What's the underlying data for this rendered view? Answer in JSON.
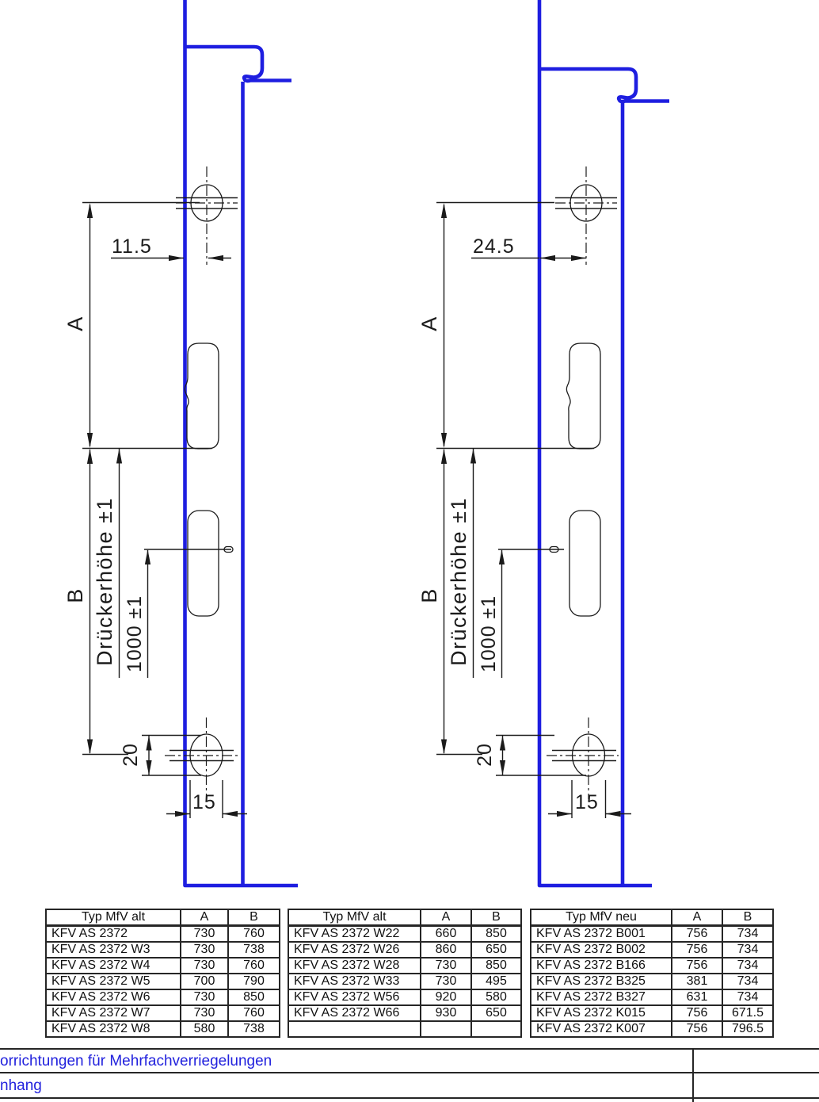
{
  "drawings": [
    {
      "side": "left",
      "backset": "11.5",
      "dim_a_label": "A",
      "dim_b_label": "B",
      "handle_height_label": "Drückerhöhe ±1",
      "handle_height_dim": "1000 ±1",
      "hole_height": "20",
      "hole_width": "15"
    },
    {
      "side": "right",
      "backset": "24.5",
      "dim_a_label": "A",
      "dim_b_label": "B",
      "handle_height_label": "Drückerhöhe ±1",
      "handle_height_dim": "1000 ±1",
      "hole_height": "20",
      "hole_width": "15"
    }
  ],
  "tables": [
    {
      "headers": [
        "Typ MfV alt",
        "A",
        "B"
      ],
      "rows": [
        [
          "KFV AS 2372",
          "730",
          "760"
        ],
        [
          "KFV AS 2372 W3",
          "730",
          "738"
        ],
        [
          "KFV AS 2372 W4",
          "730",
          "760"
        ],
        [
          "KFV AS 2372 W5",
          "700",
          "790"
        ],
        [
          "KFV AS 2372 W6",
          "730",
          "850"
        ],
        [
          "KFV AS 2372 W7",
          "730",
          "760"
        ],
        [
          "KFV AS 2372 W8",
          "580",
          "738"
        ]
      ]
    },
    {
      "headers": [
        "Typ MfV alt",
        "A",
        "B"
      ],
      "rows": [
        [
          "KFV AS 2372 W22",
          "660",
          "850"
        ],
        [
          "KFV AS 2372 W26",
          "860",
          "650"
        ],
        [
          "KFV AS 2372 W28",
          "730",
          "850"
        ],
        [
          "KFV AS 2372 W33",
          "730",
          "495"
        ],
        [
          "KFV AS 2372 W56",
          "920",
          "580"
        ],
        [
          "KFV AS 2372 W66",
          "930",
          "650"
        ],
        [
          "",
          "",
          ""
        ]
      ]
    },
    {
      "headers": [
        "Typ MfV neu",
        "A",
        "B"
      ],
      "rows": [
        [
          "KFV AS 2372 B001",
          "756",
          "734"
        ],
        [
          "KFV AS 2372 B002",
          "756",
          "734"
        ],
        [
          "KFV AS 2372 B166",
          "756",
          "734"
        ],
        [
          "KFV AS 2372 B325",
          "381",
          "734"
        ],
        [
          "KFV AS 2372 B327",
          "631",
          "734"
        ],
        [
          "KFV AS 2372 K015",
          "756",
          "671.5"
        ],
        [
          "KFV AS 2372 K007",
          "756",
          "796.5"
        ]
      ]
    }
  ],
  "footer": {
    "line1": "orrichtungen für Mehrfachverriegelungen",
    "line2": "nhang"
  },
  "colors": {
    "profile_blue": "#1e1ee0",
    "line_black": "#1b1b1b",
    "footer_text_blue": "#2222dd"
  }
}
